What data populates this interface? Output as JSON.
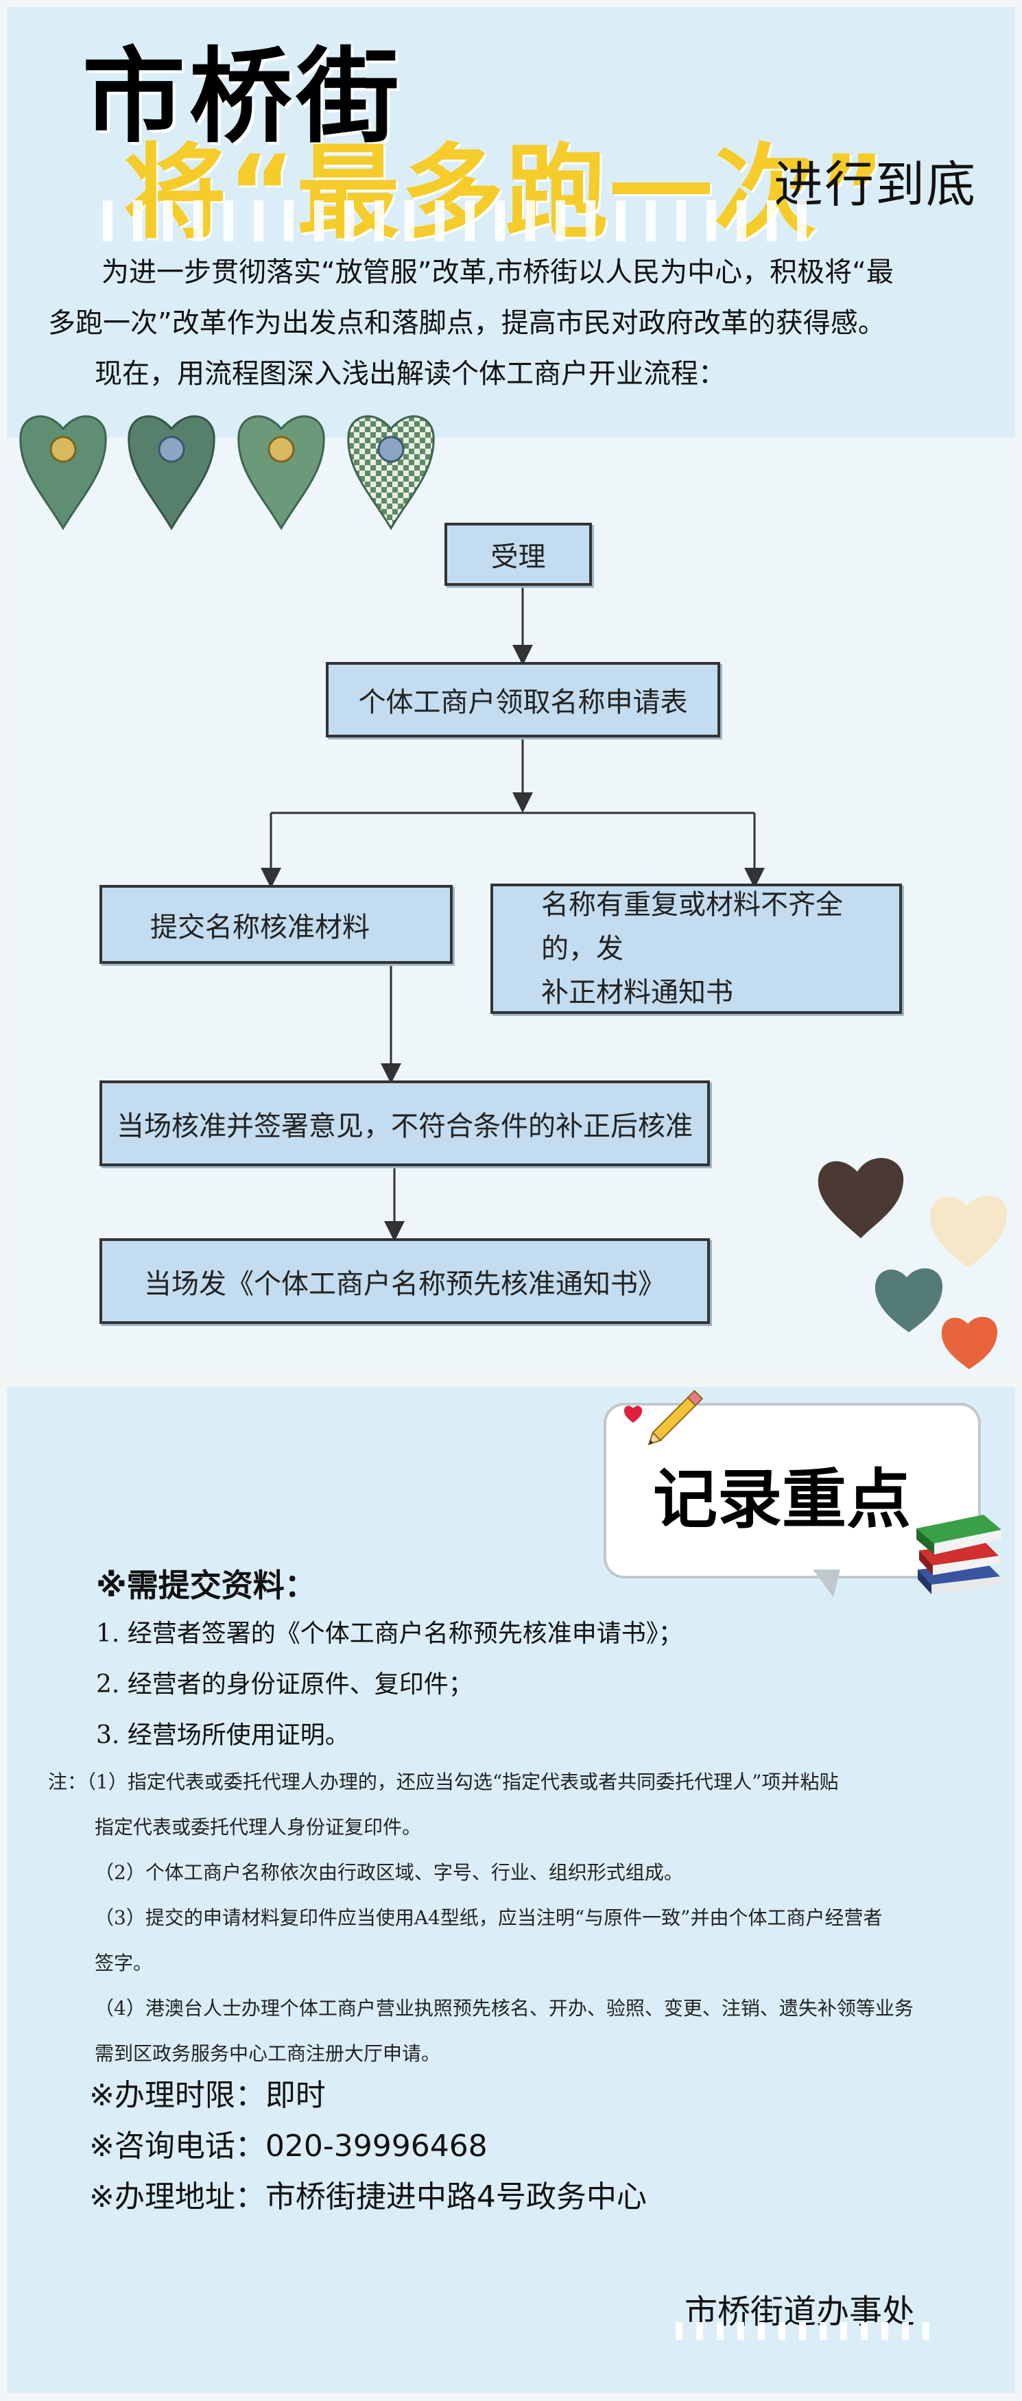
{
  "header": {
    "title": "市桥街",
    "subtitle": "将“最多跑一次”",
    "subtitle_tail": "进行到底"
  },
  "intro": {
    "line1": "为进一步贯彻落实“放管服”改革,市桥街以人民为中心，积极将“最",
    "line2": "多跑一次”改革作为出发点和落脚点，提高市民对政府改革的获得感。",
    "line3": "现在，用流程图深入浅出解读个体工商户开业流程："
  },
  "flowchart": {
    "step1": "受理",
    "step2": "个体工商户领取名称申请表",
    "step3a": "提交名称核准材料",
    "step3b_line1": "名称有重复或材料不齐全的，发",
    "step3b_line2": "补正材料通知书",
    "step4": "当场核准并签署意见，不符合条件的补正后核准",
    "step5": "当场发《个体工商户名称预先核准通知书》"
  },
  "notes_section": {
    "bubble_title": "记录重点",
    "materials_heading": "※需提交资料：",
    "materials": [
      "1.  经营者签署的《个体工商户名称预先核准申请书》；",
      "2.  经营者的身份证原件、复印件；",
      "3.  经营场所使用证明。"
    ],
    "notes": [
      "注：（1）指定代表或委托代理人办理的，还应当勾选“指定代表或者共同委托代理人”项并粘贴",
      "指定代表或委托代理人身份证复印件。",
      "（2）个体工商户名称依次由行政区域、字号、行业、组织形式组成。",
      "（3）提交的申请材料复印件应当使用A4型纸，应当注明“与原件一致”并由个体工商户经营者",
      "签字。",
      "（4）港澳台人士办理个体工商户营业执照预先核名、开办、验照、变更、注销、遗失补领等业务",
      "需到区政务服务中心工商注册大厅申请。"
    ],
    "time": "※办理时限：即时",
    "phone": "※咨询电话：020-39996468",
    "address": "※办理地址：市桥街捷进中路4号政务中心",
    "signature": "市桥街道办事处"
  },
  "colors": {
    "panel": "#dbeef8",
    "flow_box": "#c3dcef",
    "title_yellow": "#f5cc2a"
  }
}
